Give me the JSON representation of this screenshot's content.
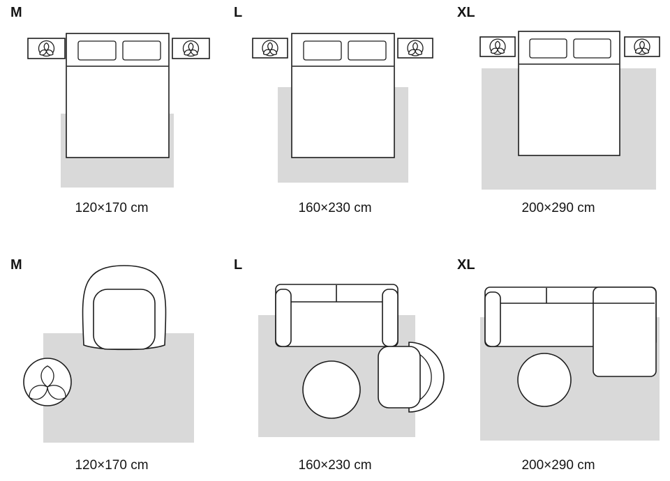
{
  "colors": {
    "rug_fill": "#d9d9d9",
    "outline": "#1c1c1c",
    "text": "#141414",
    "background": "#ffffff"
  },
  "panels": [
    {
      "letter": "M",
      "size": "120×170 cm",
      "scene": "bedroom"
    },
    {
      "letter": "L",
      "size": "160×230 cm",
      "scene": "bedroom"
    },
    {
      "letter": "XL",
      "size": "200×290 cm",
      "scene": "bedroom"
    },
    {
      "letter": "M",
      "size": "120×170 cm",
      "scene": "living-room"
    },
    {
      "letter": "L",
      "size": "160×230 cm",
      "scene": "living-room"
    },
    {
      "letter": "XL",
      "size": "200×290 cm",
      "scene": "living-room"
    }
  ]
}
